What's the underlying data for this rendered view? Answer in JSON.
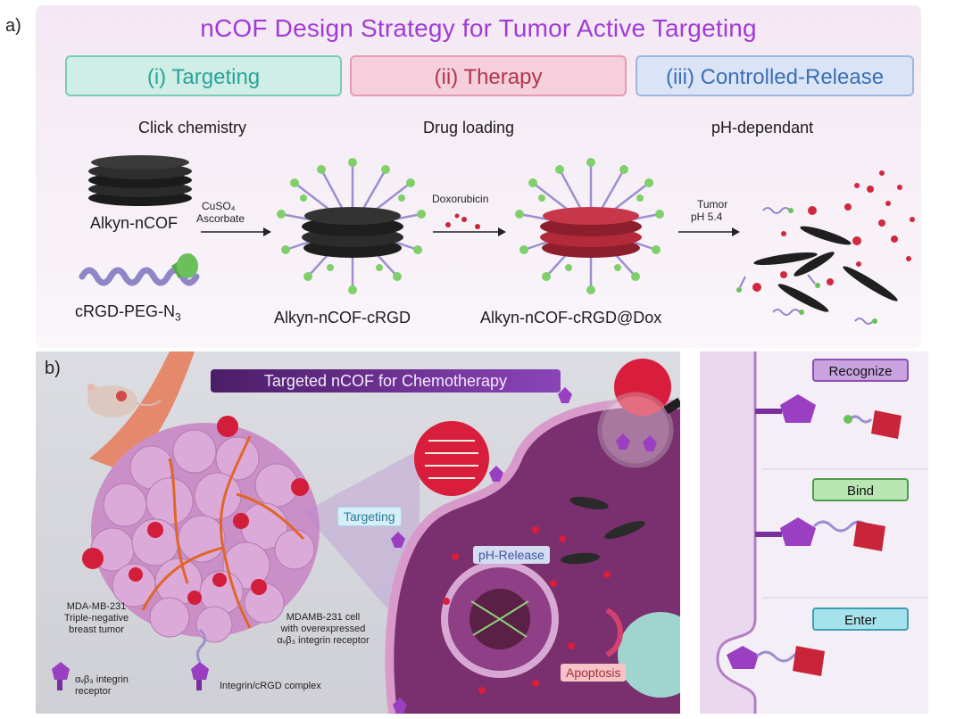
{
  "panel_a": {
    "label": "a)",
    "title": "nCOF Design Strategy for Tumor Active Targeting",
    "categories": [
      {
        "label": "(i) Targeting",
        "color": "#2aa39a",
        "bg": "#cfeee6",
        "border": "#7ccbb8"
      },
      {
        "label": "(ii) Therapy",
        "color": "#b0364a",
        "bg": "#f6cfdc",
        "border": "#e39ab3"
      },
      {
        "label": "(iii) Controlled-Release",
        "color": "#3a6fb5",
        "bg": "#dbe4f6",
        "border": "#9fb5e0"
      }
    ],
    "steps": {
      "click_chemistry": "Click chemistry",
      "drug_loading": "Drug loading",
      "ph_dependant": "pH-dependant"
    },
    "reagents": {
      "cuso4": "CuSO₄",
      "ascorbate": "Ascorbate",
      "doxorubicin": "Doxorubicin",
      "tumor": "Tumor",
      "ph": "pH 5.4"
    },
    "materials": {
      "alkyn_ncof": "Alkyn-nCOF",
      "crgd_peg": "cRGD-PEG-N",
      "crgd_peg_sub": "3",
      "alkyn_ncof_crgd": "Alkyn-nCOF-cRGD",
      "alkyn_ncof_crgd_dox": "Alkyn-nCOF-cRGD@Dox"
    }
  },
  "panel_b": {
    "label": "b)",
    "banner": "Targeted nCOF for Chemotherapy",
    "tags": {
      "targeting": "Targeting",
      "ph_release": "pH-Release",
      "apoptosis": "Apoptosis"
    },
    "tumor_caption": [
      "MDA-MB-231",
      "Triple-negative",
      "breast tumor"
    ],
    "cell_caption": [
      "MDAMB-231 cell",
      "with overexpressed",
      "αᵥβ₃ integrin receptor"
    ],
    "legend": {
      "receptor": [
        "αᵥβ₃ integrin",
        "receptor"
      ],
      "complex": "Integrin/cRGD complex"
    }
  },
  "panel_c": {
    "steps": [
      {
        "label": "Recognize",
        "bg": "#c9a3e0",
        "border": "#8a4fb0"
      },
      {
        "label": "Bind",
        "bg": "#b9e6b3",
        "border": "#4d9c4a"
      },
      {
        "label": "Enter",
        "bg": "#a6e2ec",
        "border": "#3d9fb3"
      }
    ]
  },
  "colors": {
    "title_purple": "#a13bd6",
    "dox_red": "#c8243a",
    "peg_green": "#7fd06a",
    "receptor_purple": "#9b3fc2",
    "cof_black": "#262626"
  }
}
